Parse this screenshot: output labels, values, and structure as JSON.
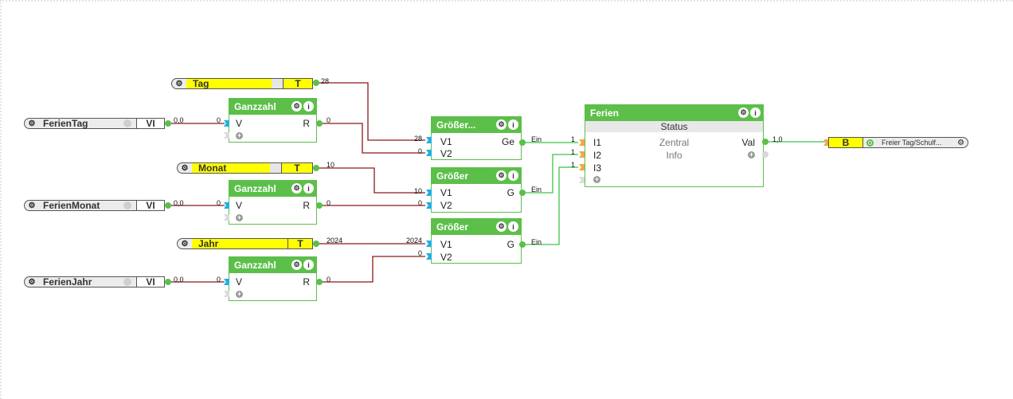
{
  "colors": {
    "block_green": "#5cbf4a",
    "wire_red": "#8b1a1a",
    "wire_green": "#3fc24a",
    "input_yellow": "#ffff00",
    "port_blue": "#1fb0e0",
    "port_orange": "#f0a848"
  },
  "constants": [
    {
      "id": "tag",
      "name": "Tag",
      "type": "T",
      "value": "28"
    },
    {
      "id": "monat",
      "name": "Monat",
      "type": "T",
      "value": "10"
    },
    {
      "id": "jahr",
      "name": "Jahr",
      "type": "T",
      "value": "2024"
    }
  ],
  "variables": [
    {
      "id": "ferientag",
      "name": "FerienTag",
      "type": "VI",
      "value": "0,0"
    },
    {
      "id": "ferienmonat",
      "name": "FerienMonat",
      "type": "VI",
      "value": "0,0"
    },
    {
      "id": "ferienjahr",
      "name": "FerienJahr",
      "type": "VI",
      "value": "0,0"
    }
  ],
  "ganzzahl_blocks": [
    {
      "title": "Ganzzahl",
      "input": "V",
      "output": "R",
      "in_value": "0",
      "out_value": "0"
    },
    {
      "title": "Ganzzahl",
      "input": "V",
      "output": "R",
      "in_value": "0",
      "out_value": "0"
    },
    {
      "title": "Ganzzahl",
      "input": "V",
      "output": "R",
      "in_value": "0",
      "out_value": "0"
    }
  ],
  "compare_blocks": [
    {
      "title": "Größer...",
      "in1": "V1",
      "in2": "V2",
      "output": "Ge",
      "v1_value": "28",
      "v2_value": "0",
      "out_value": "Ein"
    },
    {
      "title": "Größer",
      "in1": "V1",
      "in2": "V2",
      "output": "G",
      "v1_value": "10",
      "v2_value": "0",
      "out_value": "Ein"
    },
    {
      "title": "Größer",
      "in1": "V1",
      "in2": "V2",
      "output": "G",
      "v1_value": "2024",
      "v2_value": "0",
      "out_value": "Ein"
    }
  ],
  "status_block": {
    "title": "Ferien",
    "section": "Status",
    "inputs": [
      "I1",
      "I2",
      "I3"
    ],
    "input_values": [
      "1",
      "1",
      "1"
    ],
    "center_lines": [
      "Zentral",
      "Info"
    ],
    "output": "Val",
    "out_value": "1,0"
  },
  "output_pill": {
    "type": "B",
    "name": "Freier Tag/Schulf..."
  },
  "icons": {
    "gear": "⚙",
    "info": "i",
    "plus": "+"
  }
}
